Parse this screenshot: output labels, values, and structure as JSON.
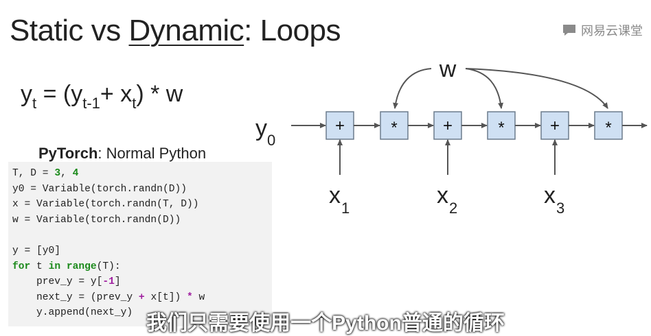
{
  "slide": {
    "title_prefix": "Static vs ",
    "title_underlined": "Dynamic",
    "title_suffix": ": Loops",
    "watermark": "网易云课堂"
  },
  "formula": {
    "y": "y",
    "t": "t",
    "eq": " = (",
    "y2": "y",
    "tm1": "t-1",
    "plus": "+ x",
    "t2": "t",
    "tail": ") * w"
  },
  "code": {
    "heading_bold": "PyTorch",
    "heading_rest": ": Normal Python",
    "lines": [
      "T, D = 3, 4",
      "y0 = Variable(torch.randn(D))",
      "x = Variable(torch.randn(T, D))",
      "w = Variable(torch.randn(D))",
      "",
      "y = [y0]",
      "for t in range(T):",
      "    prev_y = y[-1]",
      "    next_y = (prev_y + x[t]) * w",
      "    y.append(next_y)"
    ]
  },
  "diagram": {
    "w_label": "w",
    "y0": "y",
    "y0_sub": "0",
    "ops": [
      "+",
      "*",
      "+",
      "*",
      "+",
      "*"
    ],
    "inputs": [
      {
        "label": "x",
        "sub": "1"
      },
      {
        "label": "x",
        "sub": "2"
      },
      {
        "label": "x",
        "sub": "3"
      }
    ]
  },
  "subtitle": "我们只需要使用一个Python普通的循环",
  "colors": {
    "node_fill": "#cfe0f3",
    "node_stroke": "#6b7b8c",
    "code_bg": "#f2f2f2",
    "keyword": "#1c8a1c",
    "operator": "#a020a0"
  }
}
